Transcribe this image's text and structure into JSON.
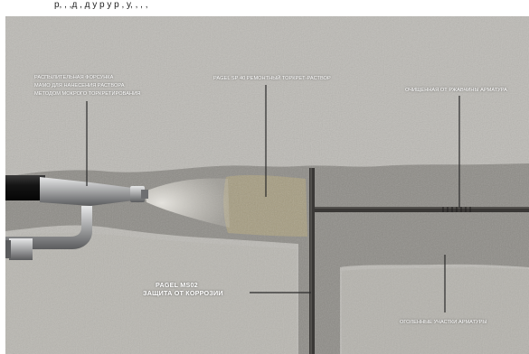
{
  "header": {
    "text": "р, , ,д , д у р у р , у, , , ,"
  },
  "labels": {
    "nozzle_line1": "Распылительная форсунка",
    "nozzle_line2": "Mamo для нанесения раствора",
    "nozzle_line3": "методом мокрого торкретирования",
    "mortar": "Pagel SP 40 ремонтный торкрет-раствор",
    "cleaned_rebar": "Очищенная от ржавчины арматура",
    "protection_line1": "PAGEL MS02",
    "protection_line2": "защита от коррозии",
    "exposed_rebar": "Оголенные участки арматуры"
  },
  "colors": {
    "concrete": "#bcbab5",
    "cavity": "#8e8c87",
    "rebar": "#3a3836",
    "hose": "#141414",
    "nozzle_metal": "#a9aaab",
    "mortar": "#a59c80",
    "leader_lines": "#2a2a2a"
  }
}
